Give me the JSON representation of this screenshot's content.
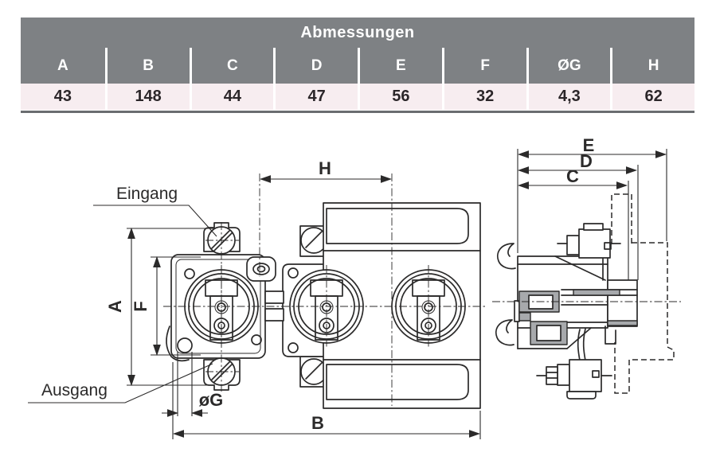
{
  "page": {
    "background": "#ffffff"
  },
  "table": {
    "title": "Abmessungen",
    "columns": [
      "A",
      "B",
      "C",
      "D",
      "E",
      "F",
      "ØG",
      "H"
    ],
    "values": [
      "43",
      "148",
      "44",
      "47",
      "56",
      "32",
      "4,3",
      "62"
    ],
    "colors": {
      "header_bg": "#7e8184",
      "header_text": "#ffffff",
      "row_bg": "#f7edf0",
      "row_text": "#2b2629",
      "rule": "#6a6d70",
      "separator": "#ffffff"
    }
  },
  "drawing": {
    "line_color": "#2b2a2a",
    "section_fill": "#a7a9ac",
    "labels": {
      "input": "Eingang",
      "output": "Ausgang"
    },
    "dimensions": {
      "a": "A",
      "b": "B",
      "c": "C",
      "d": "D",
      "e": "E",
      "f": "F",
      "g": "øG",
      "h": "H"
    }
  }
}
